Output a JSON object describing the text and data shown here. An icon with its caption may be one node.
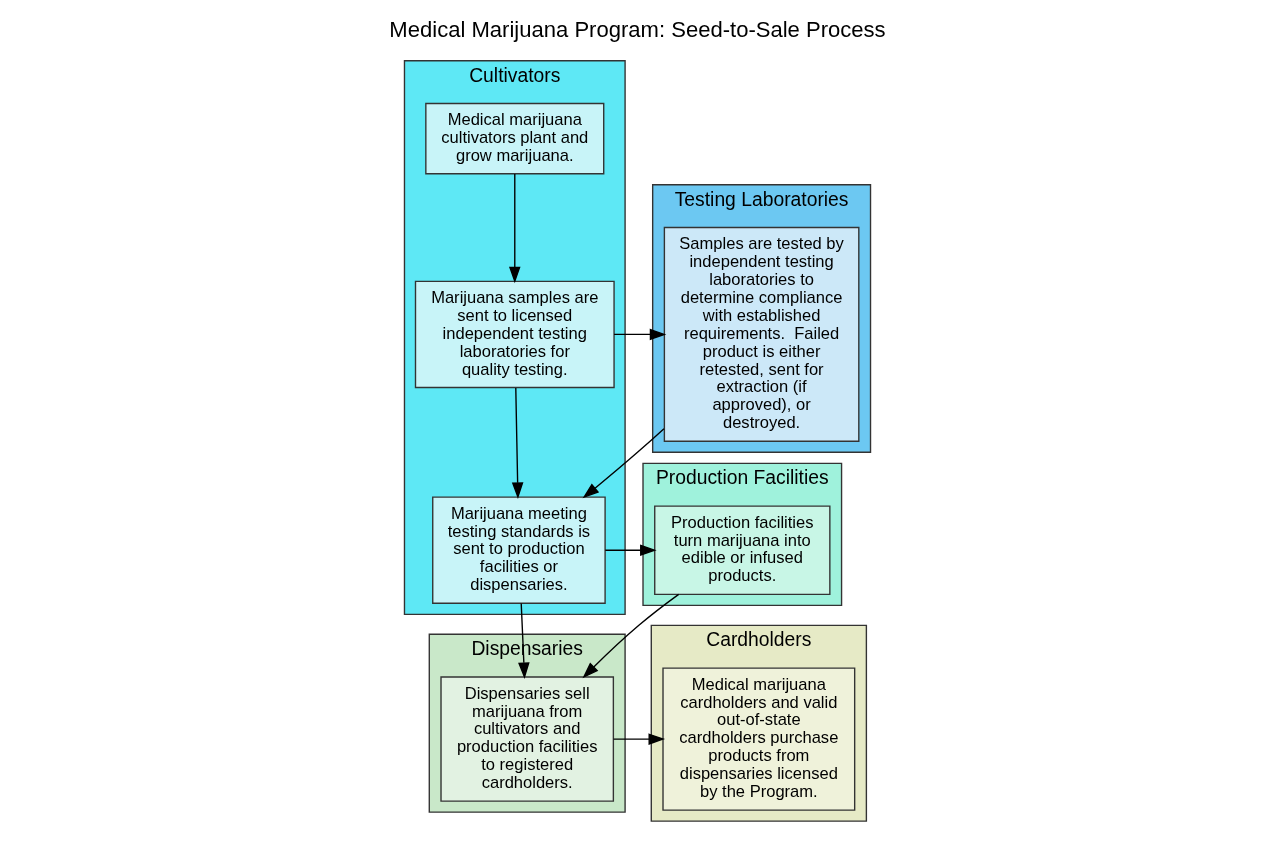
{
  "diagram": {
    "title": "Medical Marijuana Program: Seed-to-Sale Process",
    "nodes": [
      {
        "text": [
          "Cultivators"
        ]
      },
      {
        "text": [
          "Testing Laboratories"
        ]
      },
      {
        "text": [
          "Production Facilities"
        ]
      },
      {
        "text": [
          "Dispensaries"
        ]
      },
      {
        "text": [
          "Cardholders"
        ]
      },
      {
        "text": [
          "Medical marijuana cultivators plant and grow marijuana."
        ],
        "in": 0
      },
      {
        "text": [
          "Marijuana samples are sent to licensed independent testing laboratories for quality testing."
        ],
        "in": 0
      },
      {
        "text": [
          "Marijuana meeting testing standards is sent to production facilities or dispensaries."
        ],
        "in": 0
      },
      {
        "text": [
          "Samples are tested by independent testing laboratories to determine compliance with established requirements.  Failed product is either retested, sent for extraction (if approved), or destroyed."
        ],
        "in": 1
      },
      {
        "text": [
          "Production facilities turn marijuana into edible or infused products."
        ],
        "in": 2
      },
      {
        "text": [
          "Dispensaries sell marijuana from cultivators and production facilities to registered cardholders."
        ],
        "in": 3
      },
      {
        "text": [
          "Medical marijuana cardholders and valid out-of-state cardholders purchase products from dispensaries licensed by the Program."
        ],
        "in": 4
      }
    ],
    "edges": [
      {
        "from": 5,
        "to": 6,
        "arrow": "to"
      },
      {
        "from": 6,
        "to": 8,
        "arrow": "to"
      },
      {
        "from": 6,
        "to": 7,
        "arrow": "to"
      },
      {
        "from": 8,
        "to": 7,
        "arrow": "to"
      },
      {
        "from": 7,
        "to": 9,
        "arrow": "to"
      },
      {
        "from": 7,
        "to": 10,
        "arrow": "to"
      },
      {
        "from": 9,
        "to": 10,
        "arrow": "to"
      },
      {
        "from": 10,
        "to": 11,
        "arrow": "to"
      }
    ]
  }
}
